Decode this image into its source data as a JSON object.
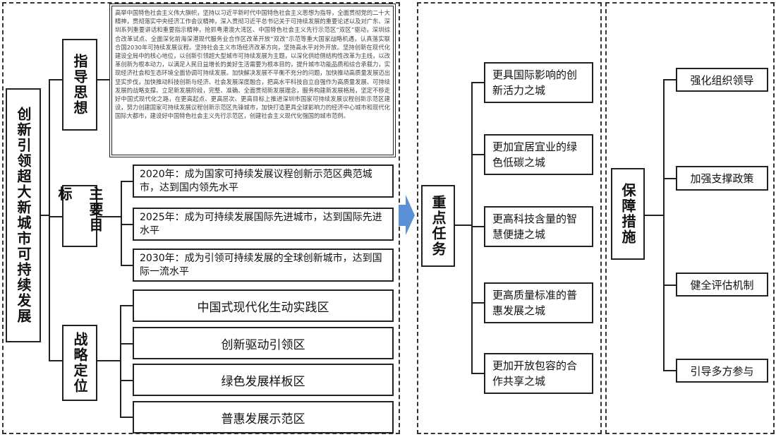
{
  "title": "创新引领超大新城市可持续发展",
  "left": {
    "guiding": {
      "label": "指导思想",
      "text": "高举中国特色社会主义伟大旗帜，坚持以习近平新时代中国特色社会主义思想为指导，全面贯彻党的二十大精神，贯彻落实中央经济工作会议精神，深入贯彻习近平总书记关于可持续发展的重要论述以及对广东、深圳系列重要讲话和重要指示精神，抢抓粤港澳大湾区、中国特色社会主义先行示范区“双区”驱动，深圳综合改革试点、全面深化前海深港现代服务业合作区改革开放“双改”示范等重大国家战略机遇，认真落实联合国2030年可持续发展议程。坚持社会主义市场经济改革方向，坚持高水平对外开放。坚持创新在现代化建设全局中的核心地位，以创新引领超大型城市可持续发展为主题，以深化供给侧结构性改革为主线，以改革创新为根本动力，以满足人民日益增长的美好生活需要为根本目的，提升城市功能品质和综合承载力，实现经济社会和生态环境全面协调可持续发展。加快解决发展不平衡不充分的问题，加快推动高质量发展迈出坚实步伐，加快推动科技创新与经济、社会发展深度融合，把高水平科技自立自强作为高质量发展、可持续发展的战略支撑。立足新发展阶段，完整、准确、全面贯彻新发展理念，服务构建新发展格局，坚定不移走好中国式现代化之路，在更高起点、更高层次、更高目标上推进深圳市国家可持续发展议程创新示范区建设，努力创建国家可持续发展议程创新示范区先锋城市，加快打造更具全球影响力的经济中心城市和现代化国际大都市，建设好中国特色社会主义先行示范区，创建社会主义现代化强国的城市范例。"
    },
    "goals": {
      "label": "主要目标",
      "items": [
        "2020年：成为国家可持续发展议程创新示范区典范城市，达到国内领先水平",
        "2025年：成为可持续发展国际先进城市，达到国际先进水平",
        "2030年：成为引领可持续发展的全球创新城市，达到国际一流水平"
      ]
    },
    "positioning": {
      "label": "战略定位",
      "items": [
        "中国式现代化生动实践区",
        "创新驱动引领区",
        "绿色发展样板区",
        "普惠发展示范区"
      ]
    }
  },
  "tasks": {
    "label": "重点任务",
    "items": [
      "更具国际影响的创新活力之城",
      "更加宜居宜业的绿色低碳之城",
      "更高科技含量的智慧便捷之城",
      "更高质量标准的普惠发展之城",
      "更加开放包容的合作共享之城"
    ]
  },
  "measures": {
    "label": "保障措施",
    "items": [
      "强化组织领导",
      "加强支撑政策",
      "健全评估机制",
      "引导多方参与"
    ]
  },
  "colors": {
    "arrow": "#5b8fd6"
  }
}
